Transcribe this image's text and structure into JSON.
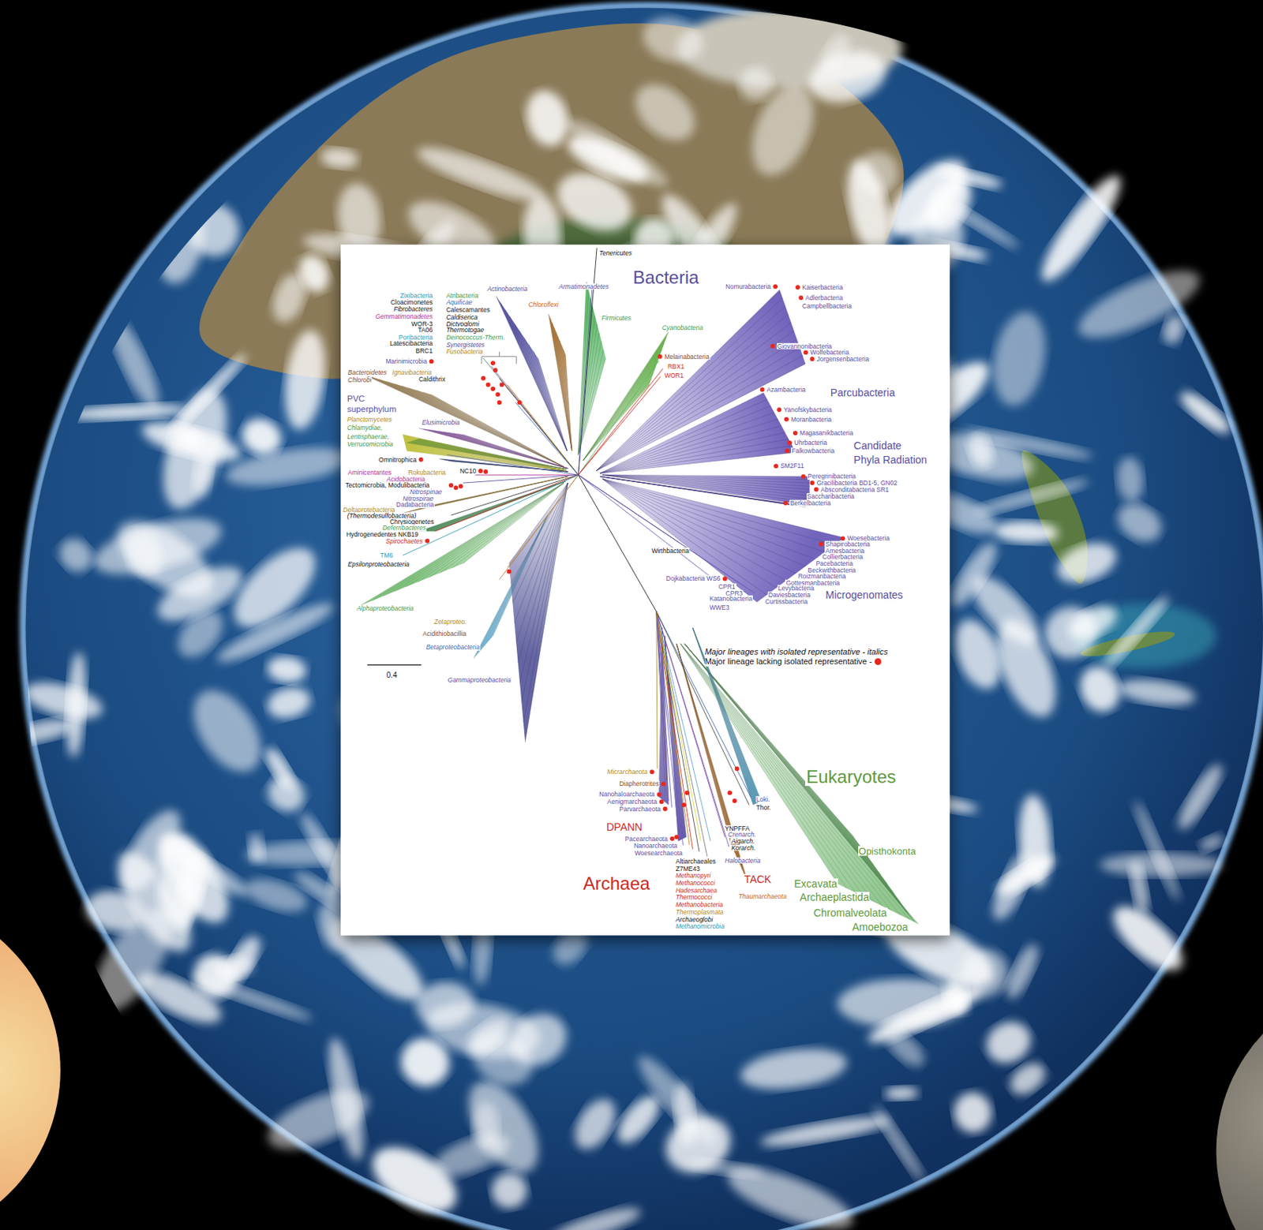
{
  "diagram": {
    "labels": [
      "Tenericutes",
      "Bacteria",
      "Armatimonadetes",
      "Actinobacteria",
      "Atribacteria",
      "Aquificae",
      "Calescamantes",
      "Caldiserica",
      "Dictyoglomi",
      "Thermotogae",
      "Deinococcus-Therm.",
      "Synergistetes",
      "Fusobacteria",
      "Zixibacteria",
      "Cloacimonetes",
      "Fibrobacteres",
      "Gemmatimonadetes",
      "WOR-3",
      "TA06",
      "Poribacteria",
      "Latescibacteria",
      "BRC1",
      "Marinimicrobia",
      "Bacteroidetes",
      "Ignavibacteria",
      "Chlorobi",
      "Caldithrix",
      "PVC",
      "superphylum",
      "Planctomycetes",
      "Chlamydiae,",
      "Lentisphaerae,",
      "Verrucomicrobia",
      "Elusimicrobia",
      "Omnitrophica",
      "Aminicentantes",
      "Rokubacteria",
      "NC10",
      "Acidobacteria",
      "Tectomicrobia, Modulibacteria",
      "Nitrospinae",
      "Nitrospirae",
      "Dadabacteria",
      "Deltaprotebacteria",
      "(Thermodesulfobacteria)",
      "Chrysiogenetes",
      "Deferribacteres",
      "Hydrogenedentes NKB19",
      "Spirochaetes",
      "TM6",
      "Epsilonproteobacteria",
      "Alphaproteobacteria",
      "Zetaproteo.",
      "Acidithiobacillia",
      "Betaproteobacteria",
      "Gammaproteobacteria",
      "0.4",
      "Chloroflexi",
      "Firmicutes",
      "Cyanobacteria",
      "Melainabacteria",
      "RBX1",
      "WOR1",
      "Nomurabacteria",
      "Kaiserbacteria",
      "Adlerbacteria",
      "Campbellbacteria",
      "Giovannonibacteria",
      "Wolfebacteria",
      "Jorgensenbacteria",
      "Parcubacteria",
      "Azambacteria",
      "Yanofskybacteria",
      "Moranbacteria",
      "Magasanikbacteria",
      "Uhrbacteria",
      "Falkowbacteria",
      "Candidate",
      "Phyla Radiation",
      "SM2F11",
      "Peregrinibacteria",
      "Gracilibacteria BD1-5, GN02",
      "Absconditabacteria SR1",
      "Saccharibacteria",
      "Berkelbacteria",
      "Woesebacteria",
      "Shapirobacteria",
      "Amesbacteria",
      "Collierbacteria",
      "Pacebacteria",
      "Beckwithbacteria",
      "Roizmanbacteria",
      "Gottesmanbacteria",
      "Levybacteria",
      "Daviesbacteria",
      "Curtissbacteria",
      "Microgenomates",
      "Dojkabacteria WS6",
      "CPR1",
      "CPR3",
      "Katanobacteria",
      "WWE3",
      "Wirthbacteria",
      "Micrarchaeota",
      "Diapherotrites",
      "Nanohaloarchaeota",
      "Aenigmarchaeota",
      "Parvarchaeota",
      "DPANN",
      "Pacearchaeota",
      "Nanoarchaeota",
      "Woesearchaeota",
      "Archaea",
      "YNPFFA",
      "Crenarch.",
      "Aigarch.",
      "Korarch.",
      "Loki.",
      "Thor.",
      "Altiarchaeales",
      "Z7ME43",
      "Methanopyri",
      "Methanococci",
      "Hadesarchaea",
      "Thermococci",
      "Methanobacteria",
      "Thermoplasmata",
      "Archaeoglobi",
      "Methanomicrobia",
      "Halobacteria",
      "TACK",
      "Thaumarchaeota",
      "Eukaryotes",
      "Opisthokonta",
      "Excavata",
      "Archaeplastida",
      "Chromalveolata",
      "Amoebozoa"
    ],
    "legend": [
      {
        "text": "Major lineages with isolated representative - italics"
      },
      {
        "text": "Major lineage lacking isolated representative -",
        "color": "#e8281e"
      }
    ]
  }
}
